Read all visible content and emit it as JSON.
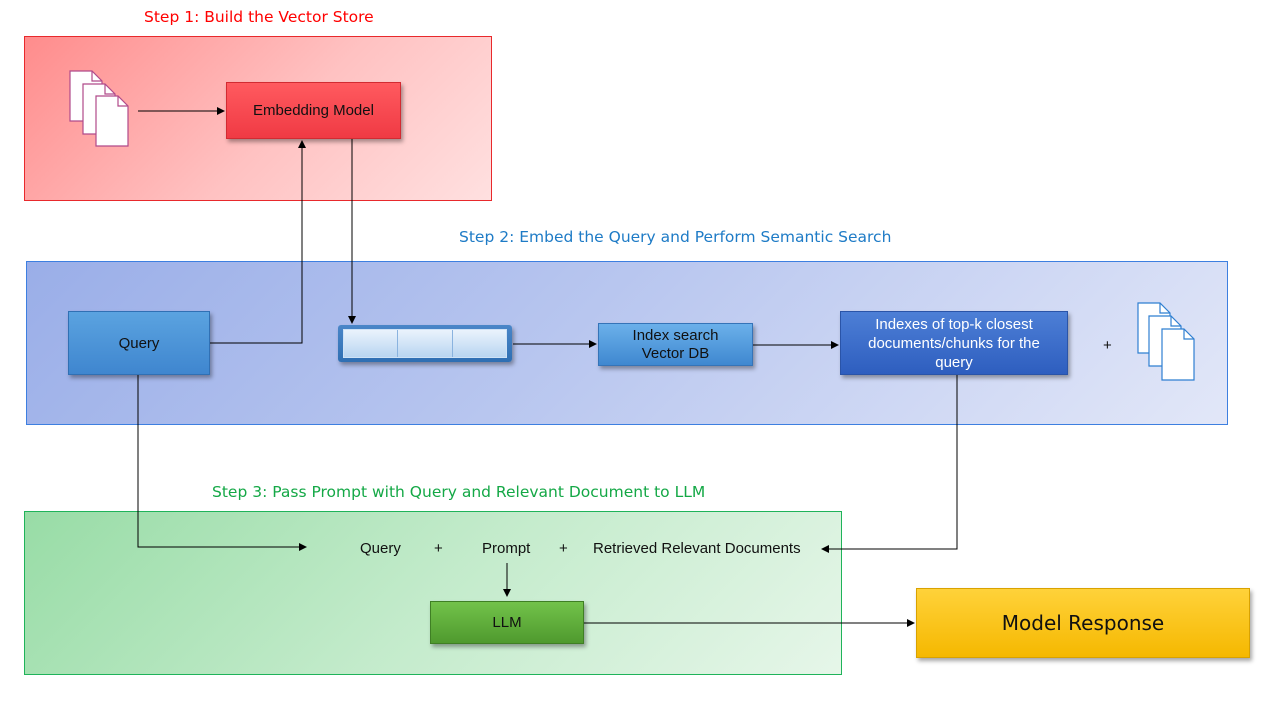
{
  "step1": {
    "title": "Step 1: Build the Vector Store",
    "embedding_model": "Embedding Model",
    "color": "#ff0000"
  },
  "step2": {
    "title": "Step 2: Embed the Query and Perform Semantic Search",
    "query": "Query",
    "index_search": [
      "Index search",
      "Vector DB"
    ],
    "topk": [
      "Indexes of top-k closest",
      "documents/chunks for the",
      "query"
    ],
    "plus": "+",
    "color": "#1e7bc6"
  },
  "step3": {
    "title": "Step 3: Pass Prompt with Query and Relevant Document to LLM",
    "query": "Query",
    "plus1": "+",
    "prompt": "Prompt",
    "plus2": "+",
    "retrieved": "Retrieved Relevant Documents",
    "llm": "LLM",
    "color": "#14a846"
  },
  "model_response": "Model Response",
  "icons": {
    "step1_docs": "document-stack-icon",
    "step2_docs": "document-stack-icon",
    "vector": "embedding-vector-icon"
  }
}
